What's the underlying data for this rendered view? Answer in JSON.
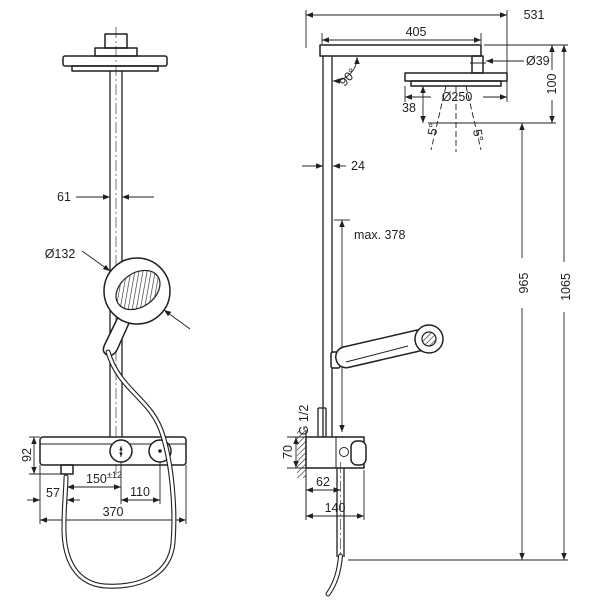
{
  "meta": {
    "description": "Technical dimension drawing of a shower system (front view and side view)",
    "line_color": "#231f20",
    "background_color": "#ffffff"
  },
  "front_view": {
    "d61": "61",
    "d132": "Ø132",
    "d92": "92",
    "d57": "57",
    "d150": "150",
    "d150_tol": "±12",
    "d110": "110",
    "d370": "370"
  },
  "side_view": {
    "d531": "531",
    "d405": "405",
    "d39": "Ø39",
    "d100": "100",
    "d90": "90°",
    "d250": "Ø250",
    "d38": "38",
    "d5_left": "5°",
    "d5_right": "5°",
    "d24": "24",
    "dmax378": "max. 378",
    "d965": "965",
    "d1065": "1065",
    "dg12": "G 1/2",
    "d70": "70",
    "d62": "62",
    "d140": "140"
  }
}
